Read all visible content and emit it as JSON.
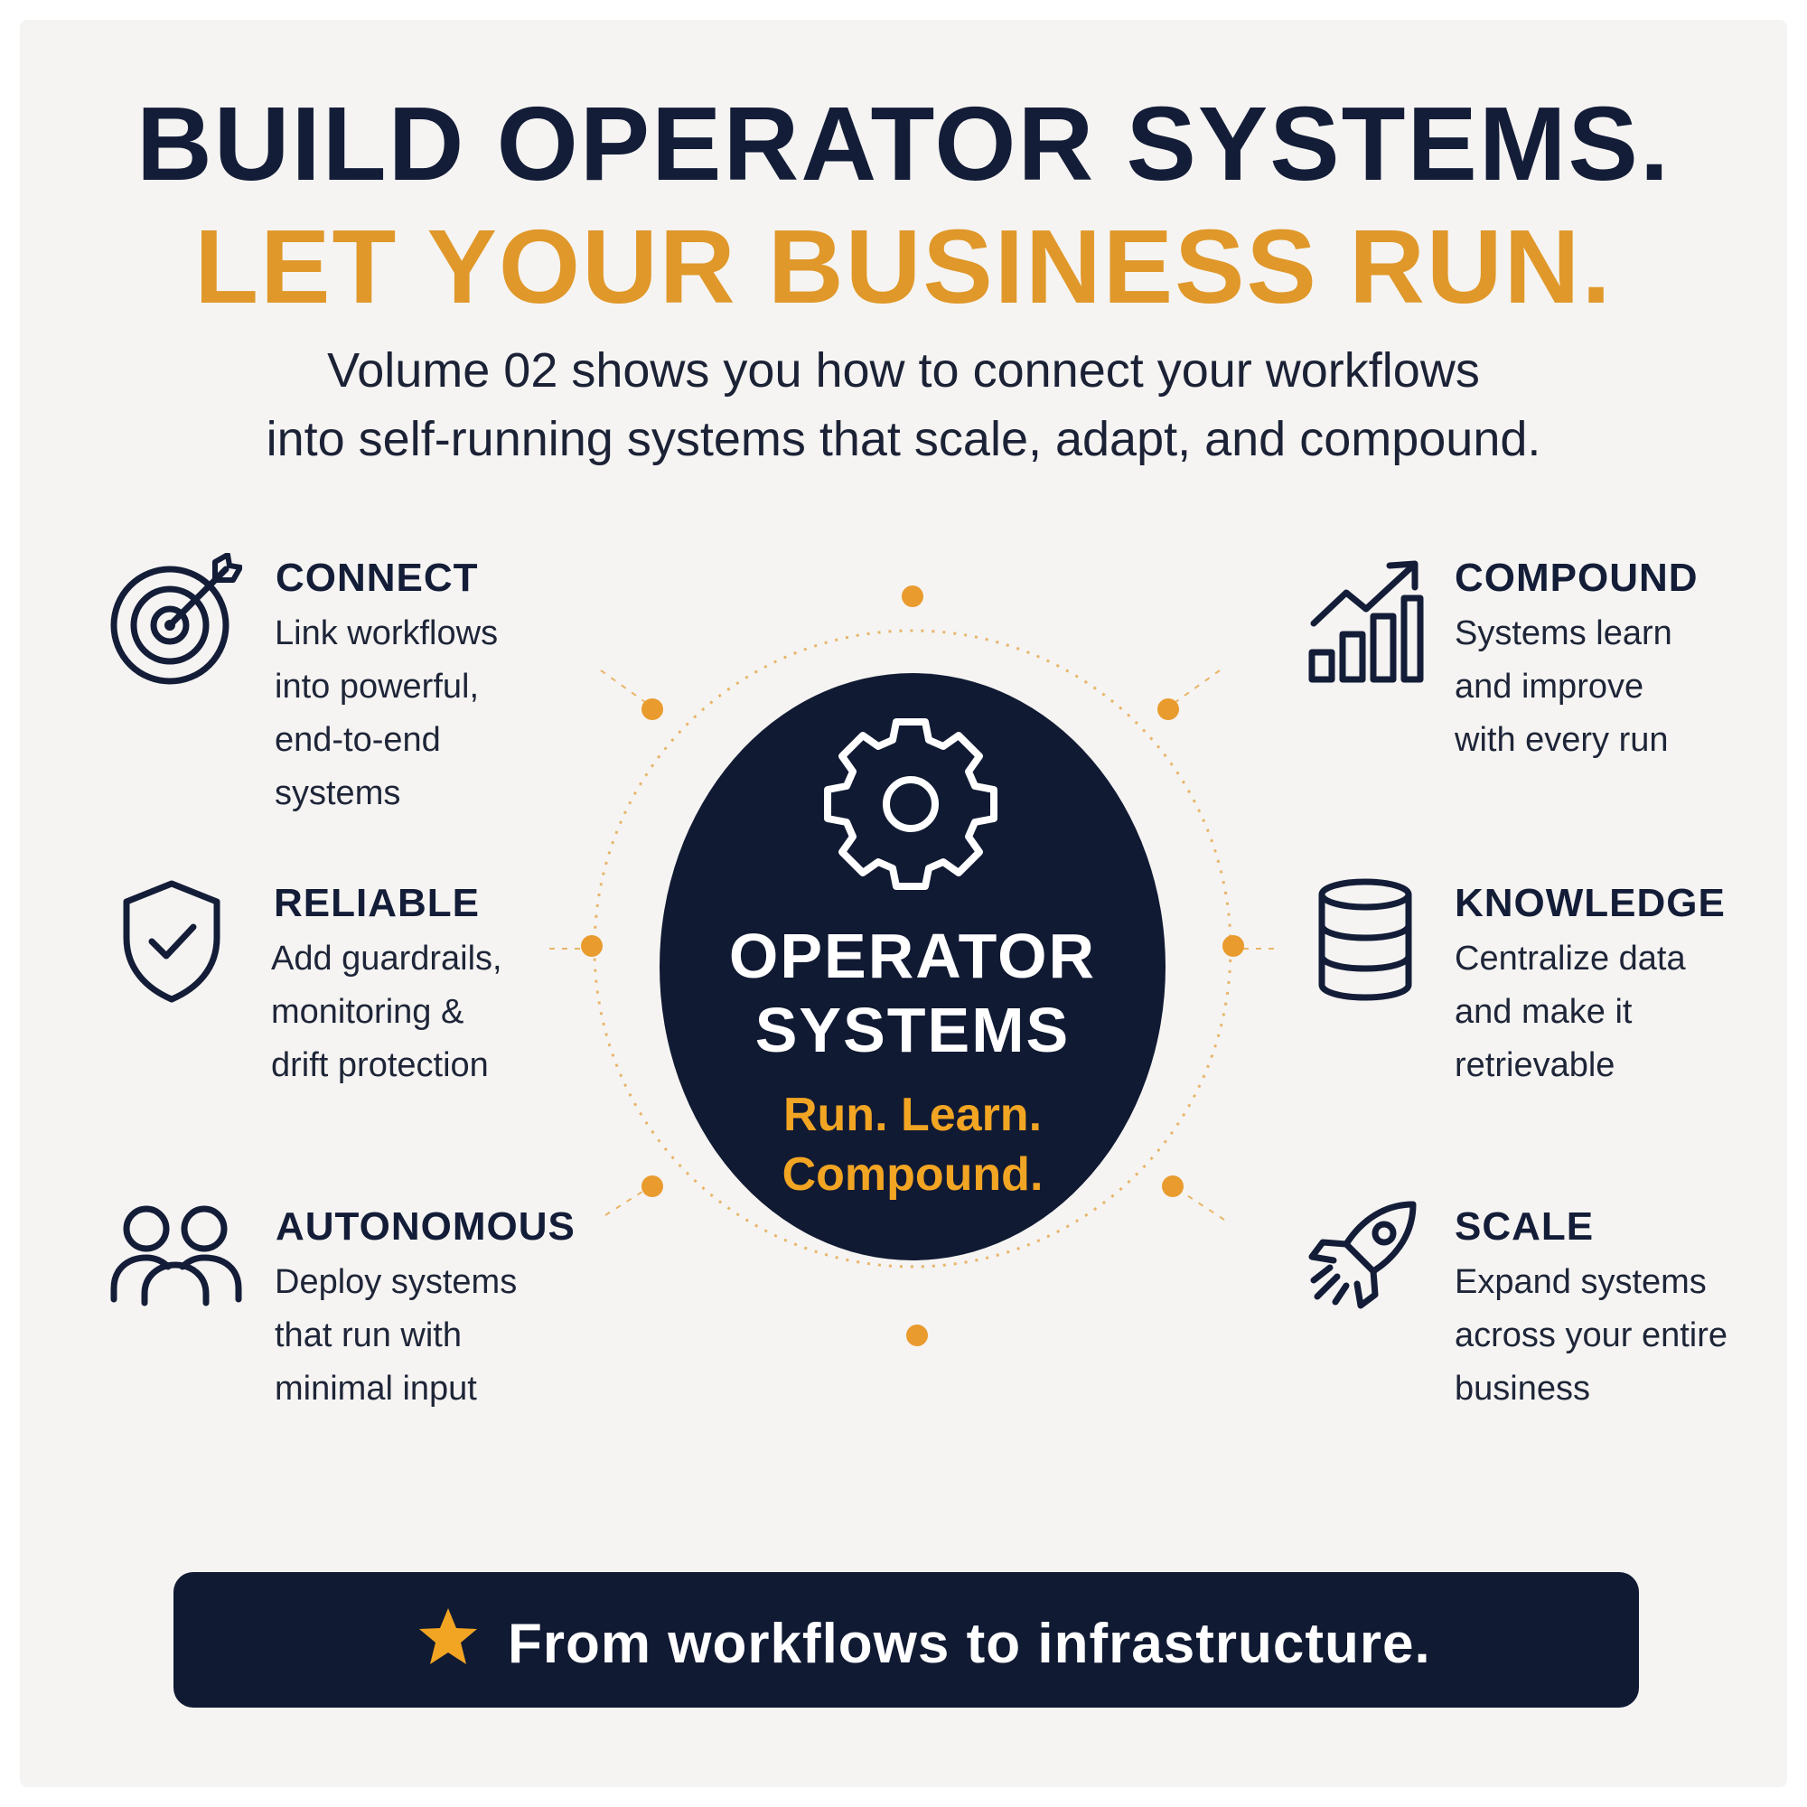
{
  "headline": {
    "line1": "BUILD OPERATOR SYSTEMS.",
    "line2": "LET YOUR BUSINESS RUN."
  },
  "subheadline": {
    "line1": "Volume 02 shows you how to connect your workflows",
    "line2": "into self-running systems that scale, adapt, and compound."
  },
  "center": {
    "title_line1": "OPERATOR",
    "title_line2": "SYSTEMS",
    "tagline_line1": "Run. Learn.",
    "tagline_line2": "Compound."
  },
  "features_left": [
    {
      "icon": "target-icon",
      "title": "CONNECT",
      "lines": [
        "Link workflows",
        "into powerful,",
        "end-to-end",
        "systems"
      ]
    },
    {
      "icon": "shield-check-icon",
      "title": "RELIABLE",
      "lines": [
        "Add guardrails,",
        "monitoring &",
        "drift protection"
      ]
    },
    {
      "icon": "users-icon",
      "title": "AUTONOMOUS",
      "lines": [
        "Deploy systems",
        "that run with",
        "minimal input"
      ]
    }
  ],
  "features_right": [
    {
      "icon": "growth-chart-icon",
      "title": "COMPOUND",
      "lines": [
        "Systems learn",
        "and improve",
        "with every run"
      ]
    },
    {
      "icon": "database-icon",
      "title": "KNOWLEDGE",
      "lines": [
        "Centralize data",
        "and make it",
        "retrievable"
      ]
    },
    {
      "icon": "rocket-icon",
      "title": "SCALE",
      "lines": [
        "Expand systems",
        "across your entire",
        "business"
      ]
    }
  ],
  "banner": {
    "icon": "star-icon",
    "text": "From workflows to infrastructure."
  },
  "colors": {
    "navy": "#111a33",
    "gold": "#e0982a",
    "background": "#f5f4f2"
  }
}
